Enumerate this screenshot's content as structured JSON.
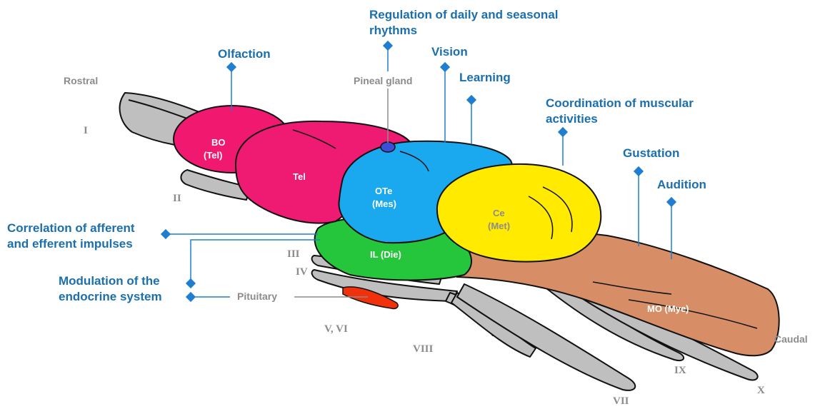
{
  "colors": {
    "function_text": "#1b6fae",
    "marker": "#1f7ed0",
    "connector": "#1f7ed0",
    "gray_text": "#8c8c8c",
    "nerve_fill": "#bfbfbf",
    "nerve_stroke": "#111111",
    "olfactory_bulb": "#f0186f",
    "telencephalon": "#ef1a72",
    "optic_tectum": "#1aa8ef",
    "cerebellum": "#ffea00",
    "cerebellum_text": "#8c8c8c",
    "diencephalon": "#25c63c",
    "medulla": "#d78e66",
    "pituitary": "#f0310c",
    "pineal": "#3a4fd8"
  },
  "orientation": {
    "rostral": "Rostral",
    "caudal": "Caudal"
  },
  "functions": {
    "regulation_line1": "Regulation of daily and seasonal",
    "regulation_line2": "rhythms",
    "olfaction": "Olfaction",
    "vision": "Vision",
    "learning": "Learning",
    "coordination_line1": "Coordination of muscular",
    "coordination_line2": "activities",
    "gustation": "Gustation",
    "audition": "Audition",
    "correlation_line1": "Correlation of afferent",
    "correlation_line2": "and efferent impulses",
    "modulation_line1": "Modulation of the",
    "modulation_line2": "endocrine system"
  },
  "structures": {
    "pineal_gland": "Pineal gland",
    "pituitary": "Pituitary",
    "bo_line1": "BO",
    "bo_line2": "(Tel)",
    "tel": "Tel",
    "ote_line1": "OTe",
    "ote_line2": "(Mes)",
    "ce_line1": "Ce",
    "ce_line2": "(Met)",
    "il": "IL (Die)",
    "mo": "MO (Mye)"
  },
  "cranial_nerves": {
    "n1": "I",
    "n2": "II",
    "n3": "III",
    "n4": "IV",
    "n5_6": "V, VI",
    "n8": "VIII",
    "n7": "VII",
    "n9": "IX",
    "n10": "X"
  }
}
